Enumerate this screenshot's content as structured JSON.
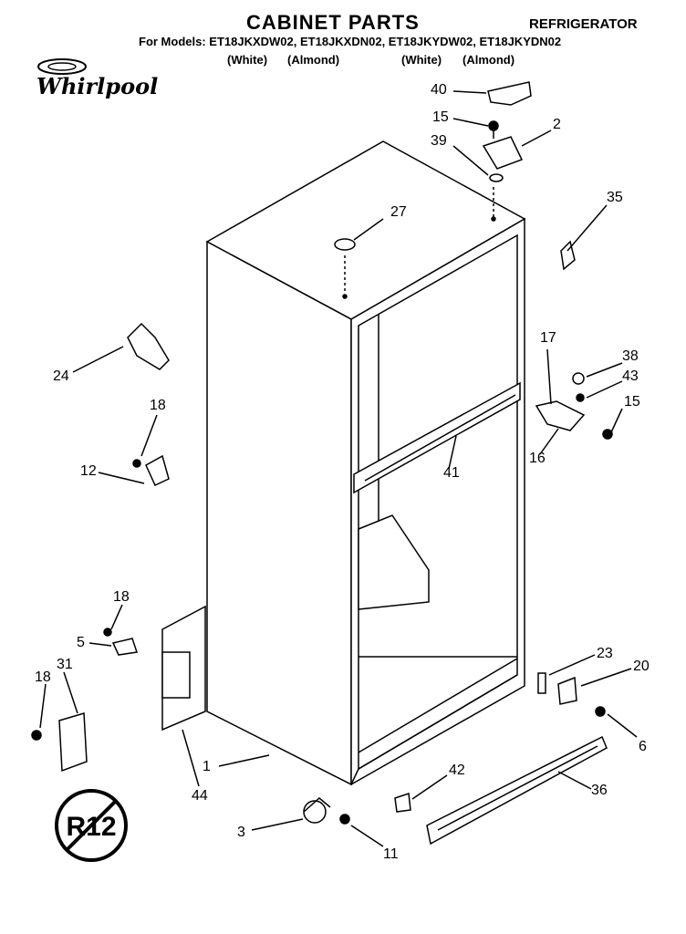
{
  "header": {
    "title": "CABINET PARTS",
    "subtitle": "REFRIGERATOR",
    "models": "For Models: ET18JKXDW02, ET18JKXDN02, ET18JKYDW02, ET18JKYDN02",
    "colors": [
      "(White)",
      "(Almond)",
      "(White)",
      "(Almond)"
    ]
  },
  "brand": {
    "name": "Whirlpool",
    "logo_icon": "whirlpool-ring-logo"
  },
  "badge": {
    "text": "R12"
  },
  "callouts": [
    {
      "id": "40",
      "label": "40"
    },
    {
      "id": "15a",
      "label": "15"
    },
    {
      "id": "2",
      "label": "2"
    },
    {
      "id": "39",
      "label": "39"
    },
    {
      "id": "35",
      "label": "35"
    },
    {
      "id": "27",
      "label": "27"
    },
    {
      "id": "24",
      "label": "24"
    },
    {
      "id": "18a",
      "label": "18"
    },
    {
      "id": "12",
      "label": "12"
    },
    {
      "id": "17",
      "label": "17"
    },
    {
      "id": "38",
      "label": "38"
    },
    {
      "id": "43",
      "label": "43"
    },
    {
      "id": "15b",
      "label": "15"
    },
    {
      "id": "16",
      "label": "16"
    },
    {
      "id": "41",
      "label": "41"
    },
    {
      "id": "18b",
      "label": "18"
    },
    {
      "id": "5",
      "label": "5"
    },
    {
      "id": "18c",
      "label": "18"
    },
    {
      "id": "31",
      "label": "31"
    },
    {
      "id": "23",
      "label": "23"
    },
    {
      "id": "20",
      "label": "20"
    },
    {
      "id": "6",
      "label": "6"
    },
    {
      "id": "1",
      "label": "1"
    },
    {
      "id": "44",
      "label": "44"
    },
    {
      "id": "42",
      "label": "42"
    },
    {
      "id": "36",
      "label": "36"
    },
    {
      "id": "3",
      "label": "3"
    },
    {
      "id": "11",
      "label": "11"
    }
  ]
}
